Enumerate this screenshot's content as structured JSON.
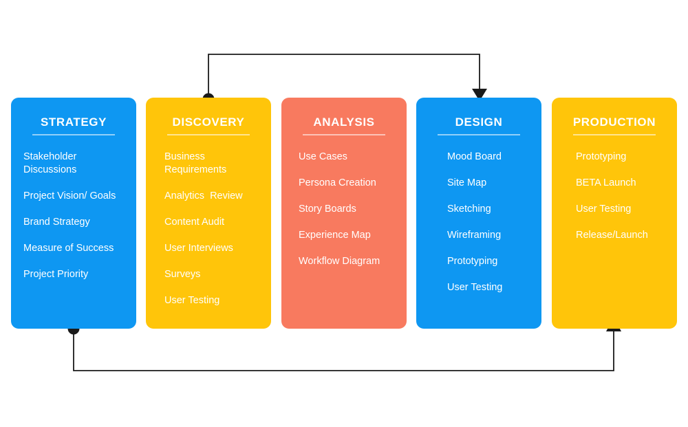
{
  "diagram": {
    "background_color": "#ffffff",
    "connector_color": "#1a1a1a",
    "text_color": "#ffffff",
    "stages": [
      {
        "id": "strategy",
        "title": "STRATEGY",
        "color": "#0e97f2",
        "items": [
          "Stakeholder Discussions",
          "Project Vision/ Goals",
          "Brand Strategy",
          "Measure of Success",
          "Project Priority"
        ]
      },
      {
        "id": "discovery",
        "title": "DISCOVERY",
        "color": "#ffc50a",
        "items": [
          "Business Requirements",
          "Analytics  Review",
          "Content Audit",
          "User Interviews",
          "Surveys",
          "User Testing"
        ]
      },
      {
        "id": "analysis",
        "title": "ANALYSIS",
        "color": "#f87a5f",
        "items": [
          "Use Cases",
          "Persona Creation",
          "Story Boards",
          "Experience Map",
          "Workflow Diagram"
        ]
      },
      {
        "id": "design",
        "title": "DESIGN",
        "color": "#0e97f2",
        "items": [
          "Mood Board",
          "Site Map",
          "Sketching",
          "Wireframing",
          "Prototyping",
          "User Testing"
        ]
      },
      {
        "id": "production",
        "title": "PRODUCTION",
        "color": "#ffc50a",
        "items": [
          "Prototyping",
          "BETA Launch",
          "User Testing",
          "Release/Launch"
        ]
      }
    ],
    "connectors": [
      {
        "id": "discovery-to-design",
        "from": "discovery",
        "to": "design",
        "marker_start": "dot",
        "marker_end": "arrow-down",
        "route": "over-top"
      },
      {
        "id": "strategy-to-production",
        "from": "strategy",
        "to": "production",
        "marker_start": "dot",
        "marker_end": "arrow-up",
        "route": "under-bottom"
      }
    ]
  }
}
